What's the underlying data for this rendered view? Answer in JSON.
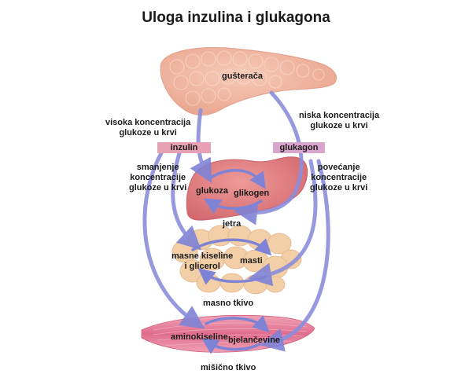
{
  "title": "Uloga inzulina i glukagona",
  "organs": {
    "pancreas": "gušterača",
    "liver": "jetra",
    "adipose": "masno tkivo",
    "muscle": "mišično tkivo"
  },
  "conditions": {
    "high_glucose": [
      "visoka koncentracija",
      "glukoze u krvi"
    ],
    "low_glucose": [
      "niska koncentracija",
      "glukoze u krvi"
    ],
    "decrease_glucose": [
      "smanjenje",
      "koncentracije",
      "glukoze u krvi"
    ],
    "increase_glucose": [
      "povećanje",
      "koncentracije",
      "glukoze u krvi"
    ]
  },
  "hormones": {
    "insulin": "inzulin",
    "glucagon": "glukagon"
  },
  "substances": {
    "glucose": "glukoza",
    "glycogen": "glikogen",
    "fatty_acids": [
      "masne kiseline",
      "i glicerol"
    ],
    "fats": "masti",
    "amino_acids": "aminokiseline",
    "proteins": "bjelančevine"
  },
  "colors": {
    "insulin_label": "#e8a0b4",
    "glucagon_label": "#d8a6cc",
    "arrow": "#8c8fdc",
    "pancreas": "#f2b9a4",
    "liver": "#e07d80",
    "adipose": "#f1cfa8",
    "muscle": "#e36b8c"
  }
}
